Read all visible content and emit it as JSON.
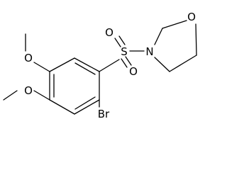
{
  "molecule": {
    "atoms": {
      "oxygen_top": "O",
      "sulfur": "S",
      "nitrogen": "N",
      "oxygen_bottom": "O",
      "oxygen_morpholine": "O",
      "oxygen_methoxy_upper": "O",
      "oxygen_methoxy_lower": "O",
      "bromine": "Br"
    }
  }
}
